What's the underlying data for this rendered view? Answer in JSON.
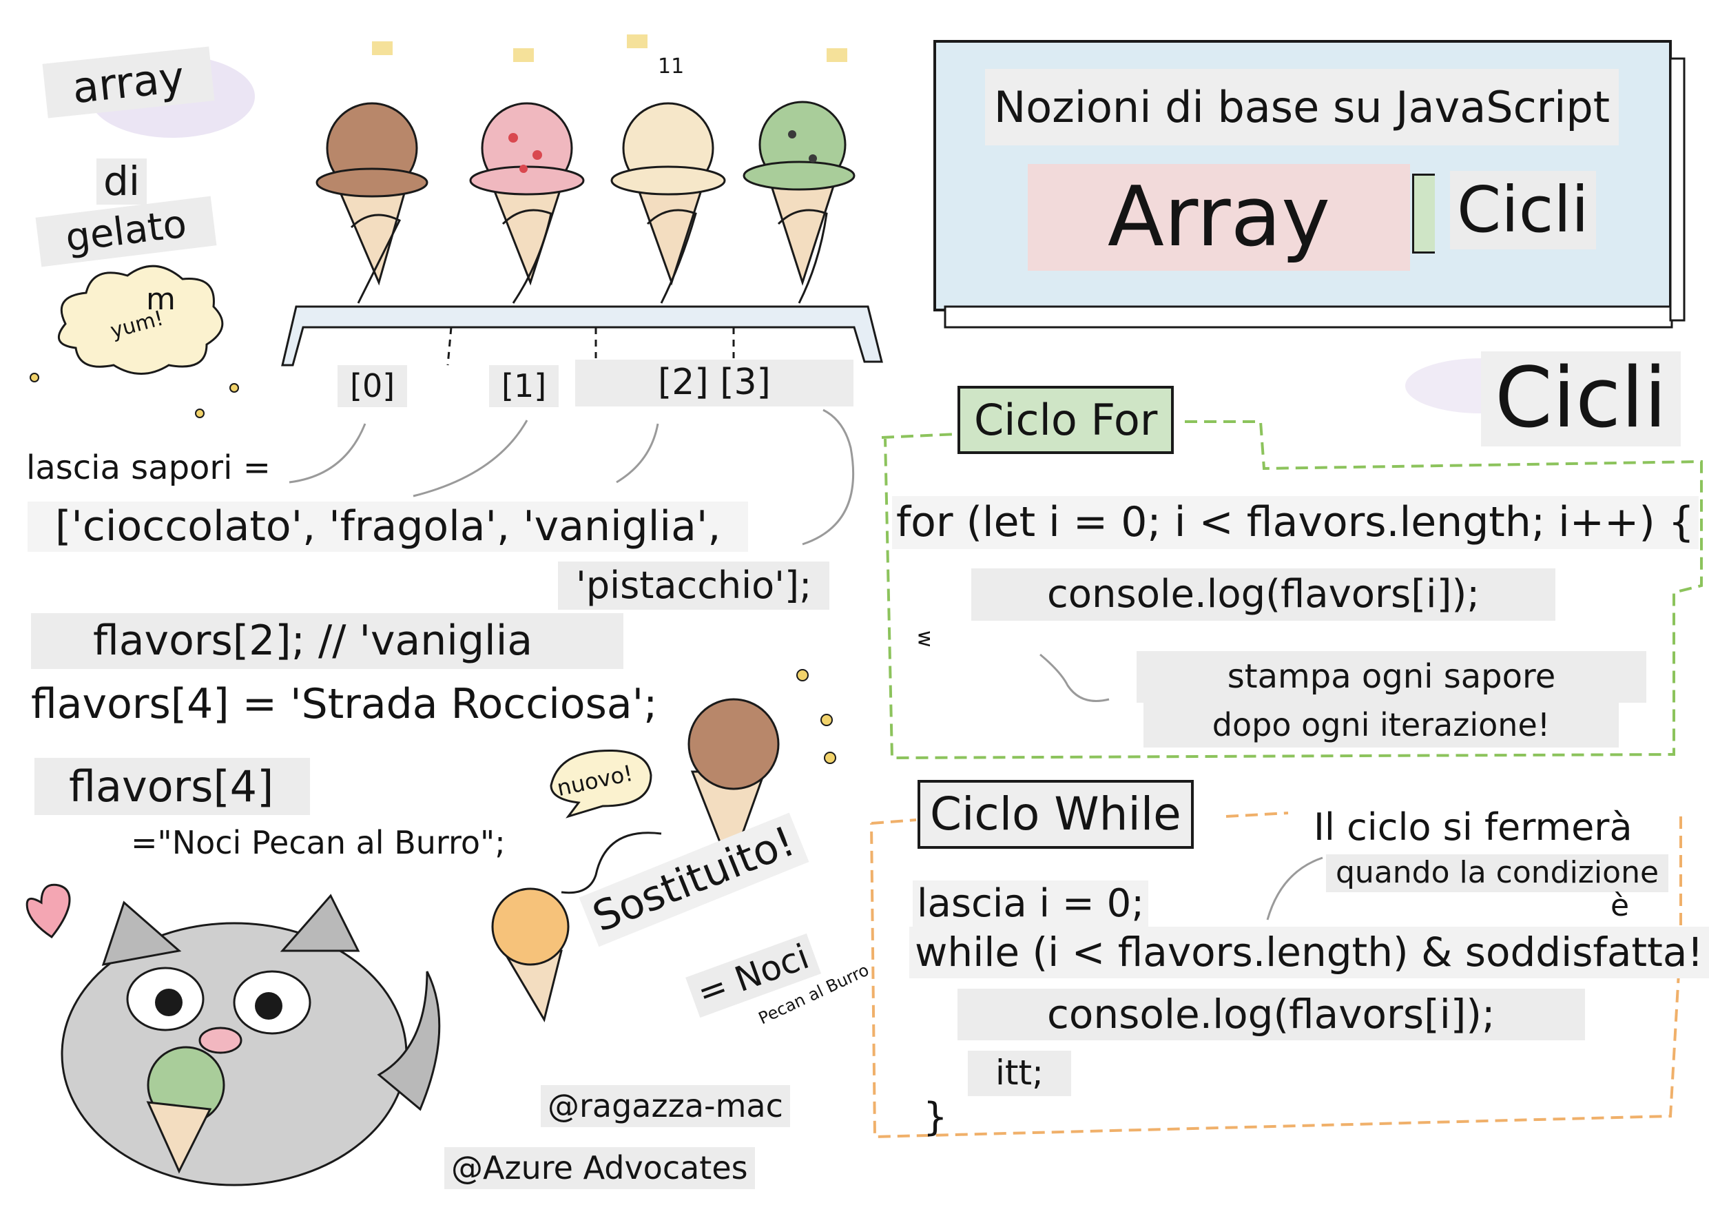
{
  "left": {
    "title_lines": [
      "array",
      "di",
      "gelato"
    ],
    "yum_bubble": {
      "top": "m",
      "text": "yum!"
    },
    "top_number": "11",
    "indices": [
      "[0]",
      "[1]",
      "[2] [3]"
    ],
    "let_line": "lascia sapori =",
    "array_line1": "['cioccolato', 'fragola', 'vaniglia',",
    "array_line2": "'pistacchio'];",
    "access_line": "flavors[2]; // 'vaniglia",
    "assign_line": "flavors[4] = 'Strada Rocciosa';",
    "flavors4": "flavors[4]",
    "butter_line": "=\"Noci Pecan al Burro\";",
    "new_bubble": "nuovo!",
    "replaced": "Sostituito!",
    "replaced_sub": "= Noci",
    "replaced_small": "Pecan al Burro",
    "credits": [
      "@ragazza-mac",
      "@Azure Advocates"
    ]
  },
  "header": {
    "subtitle": "Nozioni di base su JavaScript",
    "title_array": "Array",
    "title_loops": "Cicli"
  },
  "loops": {
    "heading": "Cicli",
    "for_label": "Ciclo For",
    "for_line": "for (let i = 0; i < flavors.length; i++) {",
    "for_body": "console.log(flavors[i]);",
    "for_note1": "stampa ogni sapore",
    "for_note2": "dopo ogni iterazione!",
    "while_label": "Ciclo While",
    "while_note1": "Il ciclo si fermerà",
    "while_note2": "quando la condizione",
    "while_note3": "è",
    "while_let": "lascia i = 0;",
    "while_cond": "while (i < flavors.length) & soddisfatta!",
    "while_body": "console.log(flavors[i]);",
    "while_incr": "itt;",
    "while_close": "}"
  },
  "colors": {
    "ink": "#141414",
    "label_bg": "#ececec",
    "chocolate": "#b8876a",
    "strawberry": "#f0b8bf",
    "vanilla": "#f6e7c9",
    "pistachio": "#a9cd9a",
    "for_border": "#8cc35c",
    "while_border": "#f0b06a",
    "header_fill": "#dcebf3",
    "array_bg": "#f2dada",
    "cicli_label_bg": "#cfe5c6"
  }
}
